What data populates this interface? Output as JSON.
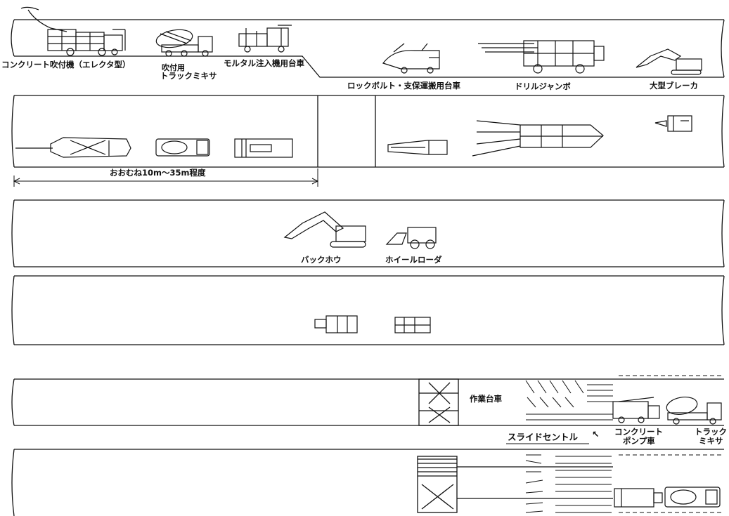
{
  "labels": {
    "shotcrete_machine": "コンクリート吹付機（エレクタ型）",
    "shotcrete_truck_line1": "吹付用",
    "shotcrete_truck_line2": "トラックミキサ",
    "mortar_cart": "モルタル注入機用台車",
    "rockbolt_cart": "ロックボルト・支保運搬用台車",
    "drill_jumbo": "ドリルジャンボ",
    "large_breaker": "大型ブレーカ",
    "distance": "おおむね10m～35m程度",
    "backhoe": "バックホウ",
    "wheel_loader": "ホイールローダ",
    "work_cart": "作業台車",
    "slide_central": "スライドセントル",
    "slide_arrow": "↖",
    "concrete_pump_line1": "コンクリート",
    "concrete_pump_line2": "ポンプ車",
    "truck_mixer_line1": "トラック",
    "truck_mixer_line2": "ミキサ"
  }
}
